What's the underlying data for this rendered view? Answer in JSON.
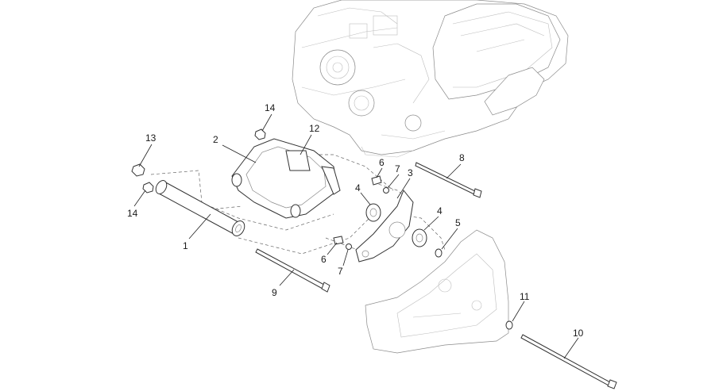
{
  "callouts": [
    {
      "id": "1",
      "text": "1"
    },
    {
      "id": "2",
      "text": "2"
    },
    {
      "id": "3",
      "text": "3"
    },
    {
      "id": "4a",
      "text": "4"
    },
    {
      "id": "4b",
      "text": "4"
    },
    {
      "id": "5",
      "text": "5"
    },
    {
      "id": "6a",
      "text": "6"
    },
    {
      "id": "6b",
      "text": "6"
    },
    {
      "id": "7a",
      "text": "7"
    },
    {
      "id": "7b",
      "text": "7"
    },
    {
      "id": "8",
      "text": "8"
    },
    {
      "id": "9",
      "text": "9"
    },
    {
      "id": "10",
      "text": "10"
    },
    {
      "id": "11",
      "text": "11"
    },
    {
      "id": "12",
      "text": "12"
    },
    {
      "id": "13",
      "text": "13"
    },
    {
      "id": "14a",
      "text": "14"
    },
    {
      "id": "14b",
      "text": "14"
    }
  ]
}
